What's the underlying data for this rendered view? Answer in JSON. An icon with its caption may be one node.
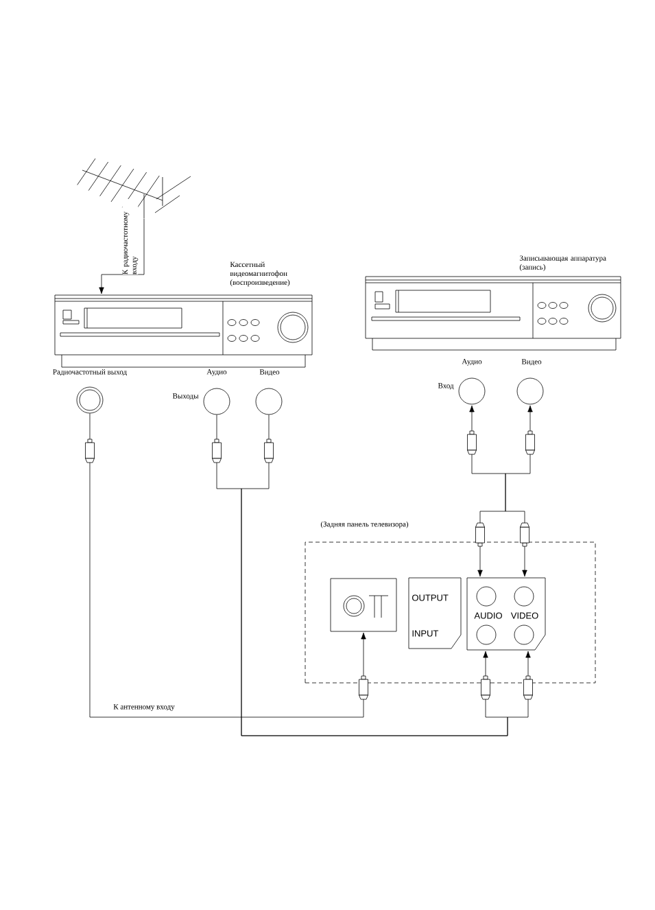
{
  "diagram": {
    "nodes": [
      {
        "text": [],
        "shape": "antenna"
      },
      {
        "text": [
          "Кассетный видеомагнитофон (воспроизведение)"
        ]
      },
      {
        "text": [
          "Записывающая аппаратура (запись)"
        ]
      },
      {
        "text": [
          "Радиочастотный выход"
        ]
      },
      {
        "text": [
          "Аудио"
        ],
        "beside": [
          "Выходы"
        ]
      },
      {
        "text": [
          "Видео"
        ]
      },
      {
        "text": [
          "Аудио"
        ],
        "beside": [
          "Вход"
        ]
      },
      {
        "text": [
          "Видео"
        ]
      },
      {
        "text": [
          "(Задняя панель телевизора)"
        ]
      },
      {
        "text": [],
        "shape": "box",
        "in": 8
      },
      {
        "text": [
          "OUTPUT",
          "INPUT"
        ],
        "in": 8
      },
      {
        "text": [
          "AUDIO",
          "VIDEO"
        ],
        "in": 8
      }
    ],
    "edges": [
      {
        "from": 0,
        "to": 1,
        "arrow": "to",
        "label": "К радиочастотному входу"
      },
      {
        "from": 3,
        "to": 9,
        "arrow": "to",
        "label": "К антенному входу"
      },
      {
        "from": 4,
        "to": 11,
        "arrow": "to"
      },
      {
        "from": 5,
        "to": 11,
        "arrow": "to"
      },
      {
        "from": 11,
        "to": 6,
        "arrow": "both"
      },
      {
        "from": 11,
        "to": 7,
        "arrow": "both"
      }
    ]
  }
}
